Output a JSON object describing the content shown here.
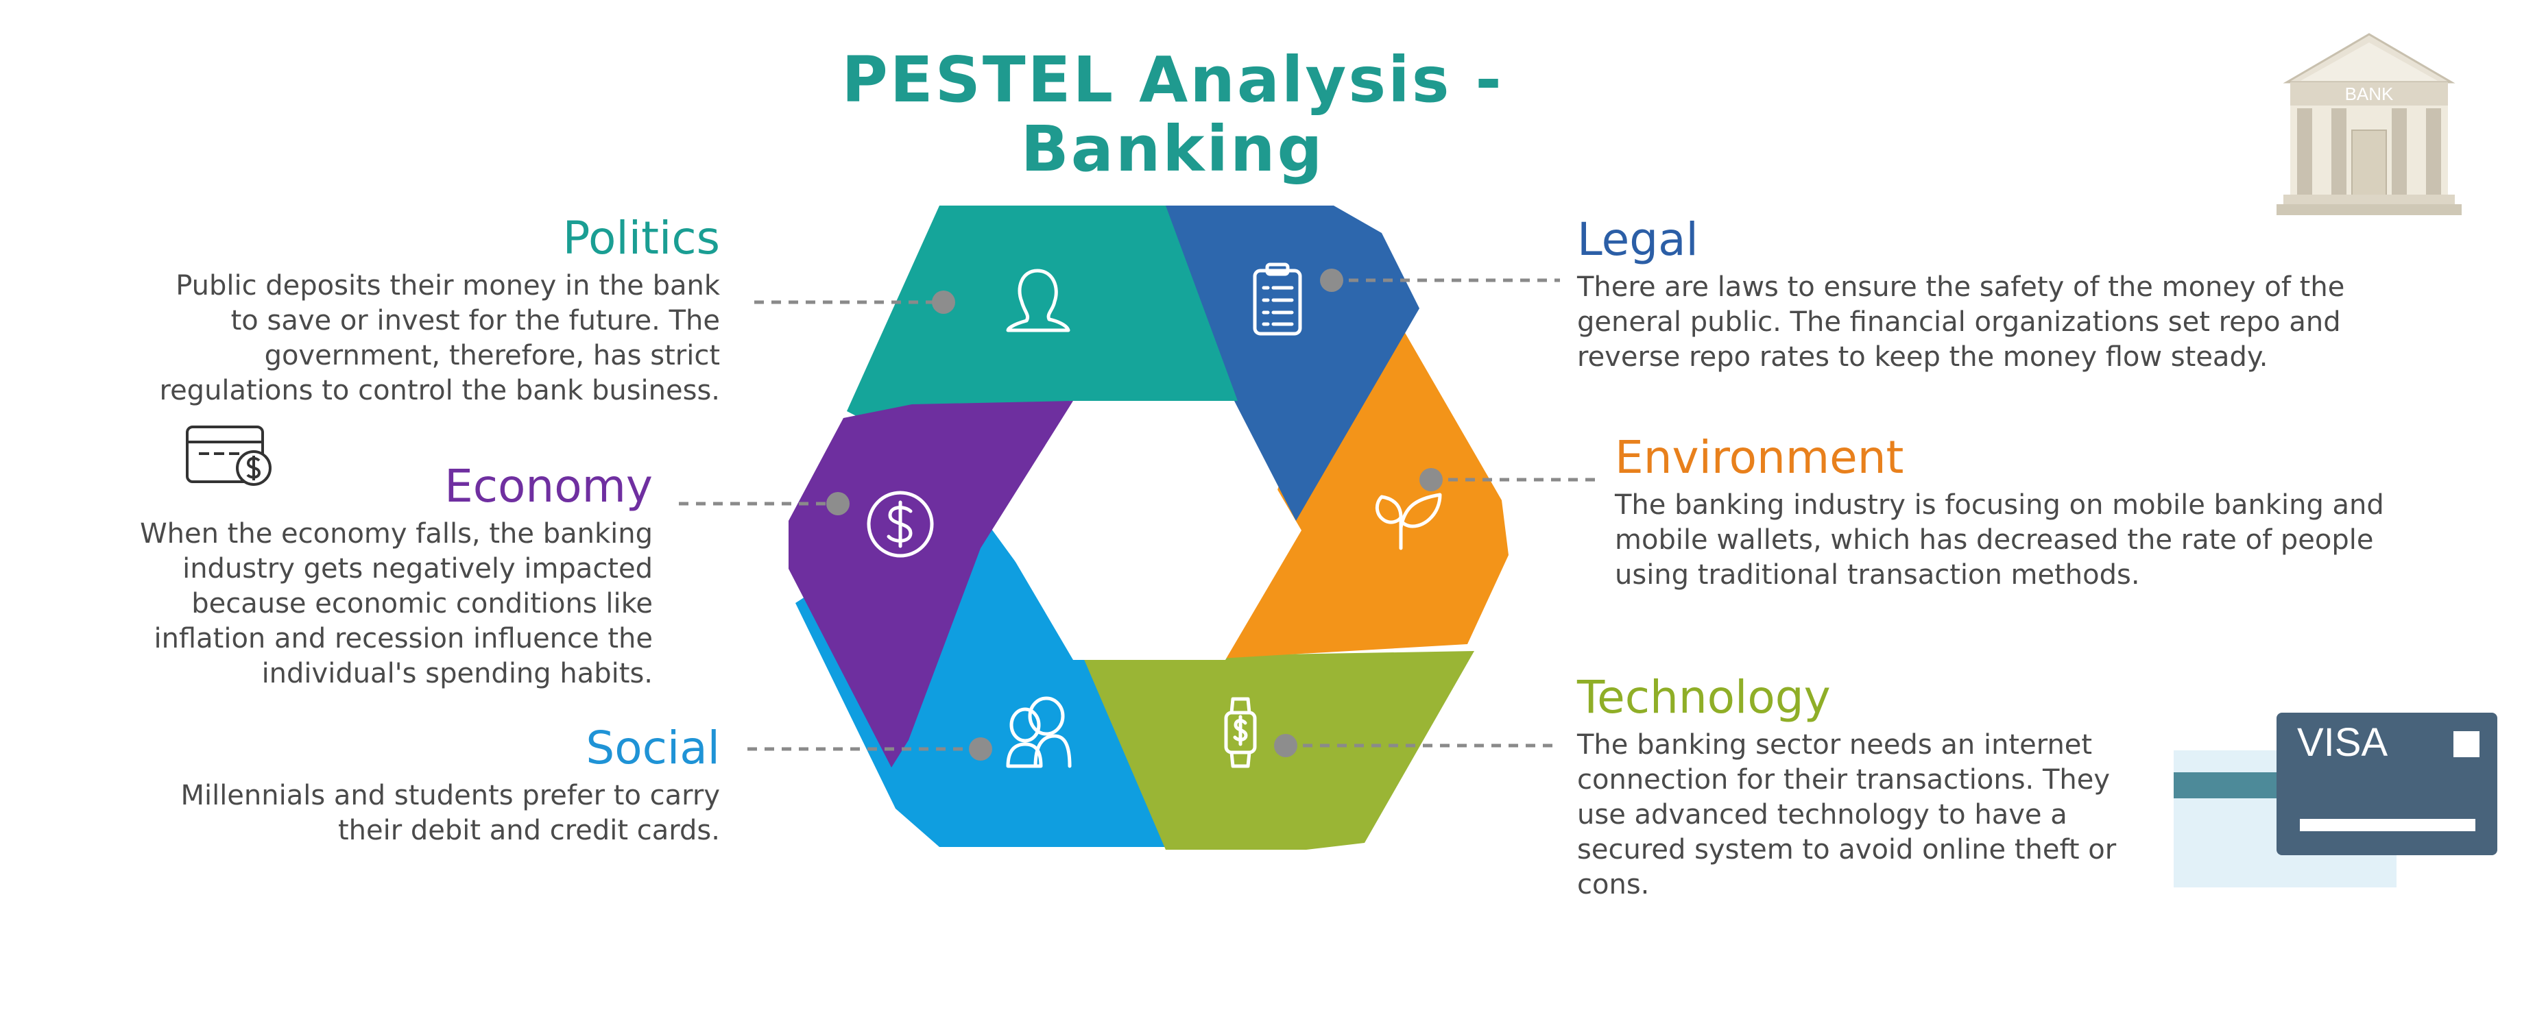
{
  "title": "PESTEL Analysis - Banking",
  "factors": [
    {
      "key": "politics",
      "heading": "Politics",
      "color": "#1a9e93",
      "icon": "person-icon",
      "text": "Public deposits their money in the bank to save or invest for the future. The government, therefore, has strict regulations to control the bank business."
    },
    {
      "key": "legal",
      "heading": "Legal",
      "color": "#2b5ea6",
      "icon": "clipboard-icon",
      "text": "There are laws to ensure the safety of the money of the general public. The financial organizations set repo and reverse repo rates to keep the money flow steady."
    },
    {
      "key": "economy",
      "heading": "Economy",
      "color": "#6f2fa0",
      "icon": "dollar-icon",
      "text": "When the economy falls, the banking industry gets negatively impacted because economic conditions like inflation and recession influence the individual's spending habits."
    },
    {
      "key": "environment",
      "heading": "Environment",
      "color": "#e8801c",
      "icon": "leaf-icon",
      "text": "The banking industry is focusing on mobile banking and mobile wallets, which has decreased the rate of people using traditional transaction methods."
    },
    {
      "key": "social",
      "heading": "Social",
      "color": "#1f93d6",
      "icon": "people-icon",
      "text": "Millennials and students prefer to carry their debit and credit cards."
    },
    {
      "key": "technology",
      "heading": "Technology",
      "color": "#8fae27",
      "icon": "smartwatch-icon",
      "text": "The banking sector needs an internet connection for their transactions. They use advanced technology to have a secured system to avoid online theft or cons."
    }
  ],
  "segment_colors": {
    "politics": "#15a59a",
    "legal": "#2d67ad",
    "environment": "#f39419",
    "technology": "#9ab535",
    "social": "#0f9ee0",
    "economy": "#6e2f9f"
  },
  "decorations": {
    "bank_label": "BANK",
    "card_label": "VISA"
  }
}
